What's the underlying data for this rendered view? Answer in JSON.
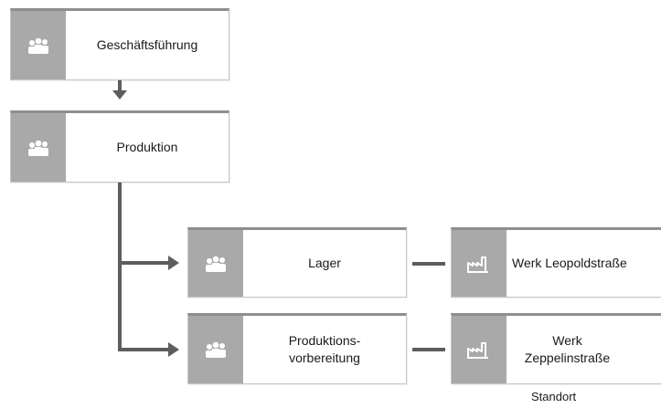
{
  "diagram": {
    "nodes": {
      "geschaeftsfuehrung": {
        "label": "Geschäftsführung",
        "icon": "org-unit-icon"
      },
      "produktion": {
        "label": "Produktion",
        "icon": "org-unit-icon"
      },
      "lager": {
        "label": "Lager",
        "icon": "org-unit-icon"
      },
      "produktionsvorbereitung": {
        "label": "Produktions-\nvorbereitung",
        "icon": "org-unit-icon"
      },
      "werk_leopold": {
        "label": "Werk Leopoldstraße",
        "icon": "factory-icon"
      },
      "werk_zeppelin": {
        "label": "Werk\nZeppelinstraße",
        "icon": "factory-icon"
      }
    },
    "caption": "Standort"
  }
}
